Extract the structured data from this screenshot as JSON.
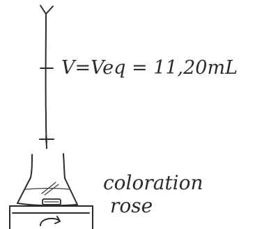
{
  "diagram": {
    "volume_label": "V=Veq = 11,20mL",
    "annotation_line1": "coloration",
    "annotation_line2": "rose",
    "stirrer_symbol": "↻"
  }
}
